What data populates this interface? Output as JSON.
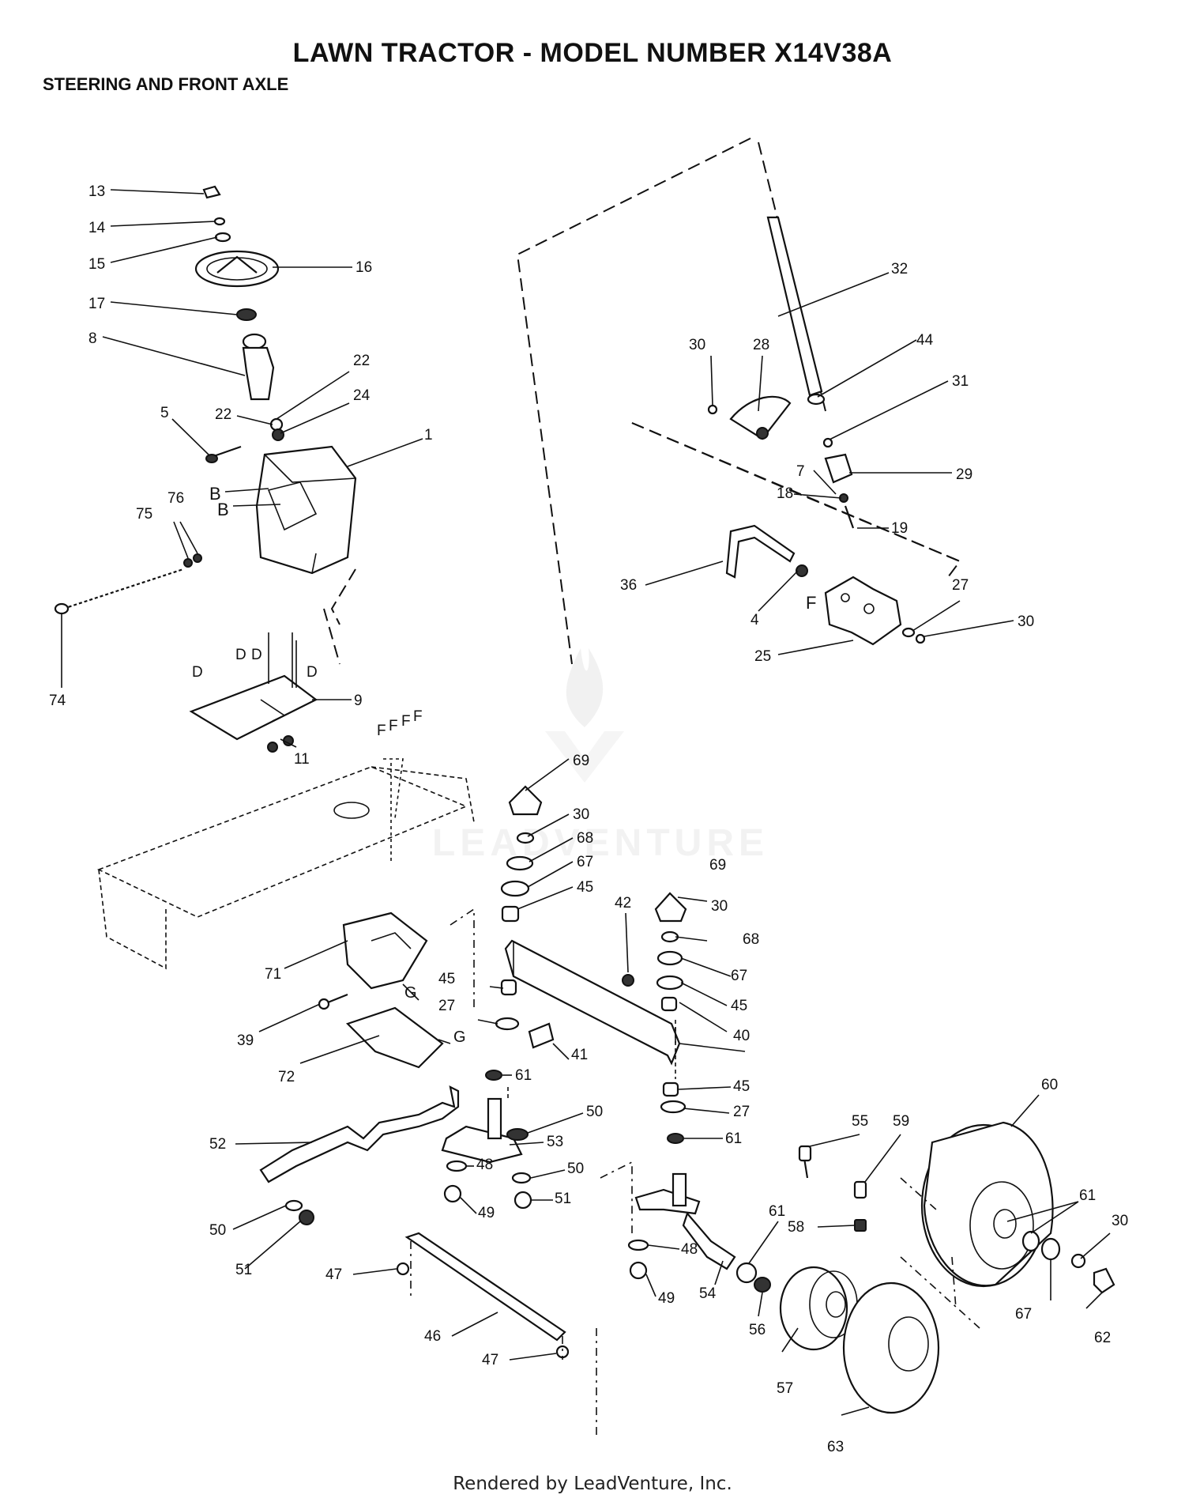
{
  "header": {
    "title": "LAWN TRACTOR - MODEL NUMBER X14V38A",
    "subtitle": "STEERING AND FRONT AXLE"
  },
  "footer": {
    "text": "Rendered by LeadVenture, Inc."
  },
  "watermark": {
    "text": "LEADVENTURE",
    "color": "#e6e6e6"
  },
  "callouts": [
    {
      "id": "c13",
      "label": "13"
    },
    {
      "id": "c14",
      "label": "14"
    },
    {
      "id": "c15",
      "label": "15"
    },
    {
      "id": "c16",
      "label": "16"
    },
    {
      "id": "c17",
      "label": "17"
    },
    {
      "id": "c8",
      "label": "8"
    },
    {
      "id": "c22a",
      "label": "22"
    },
    {
      "id": "c22b",
      "label": "22"
    },
    {
      "id": "c24",
      "label": "24"
    },
    {
      "id": "c5",
      "label": "5"
    },
    {
      "id": "c1",
      "label": "1"
    },
    {
      "id": "cB1",
      "label": "B"
    },
    {
      "id": "cB2",
      "label": "B"
    },
    {
      "id": "c76",
      "label": "76"
    },
    {
      "id": "c75",
      "label": "75"
    },
    {
      "id": "c74",
      "label": "74"
    },
    {
      "id": "cD1",
      "label": "D"
    },
    {
      "id": "cD2",
      "label": "D"
    },
    {
      "id": "cD3",
      "label": "D"
    },
    {
      "id": "cD4",
      "label": "D"
    },
    {
      "id": "c9",
      "label": "9"
    },
    {
      "id": "c11",
      "label": "11"
    },
    {
      "id": "cF1",
      "label": "F"
    },
    {
      "id": "cF2",
      "label": "F"
    },
    {
      "id": "cF3",
      "label": "F"
    },
    {
      "id": "cF4",
      "label": "F"
    },
    {
      "id": "c32",
      "label": "32"
    },
    {
      "id": "c30a",
      "label": "30"
    },
    {
      "id": "c28",
      "label": "28"
    },
    {
      "id": "c44",
      "label": "44"
    },
    {
      "id": "c31",
      "label": "31"
    },
    {
      "id": "c29",
      "label": "29"
    },
    {
      "id": "c7",
      "label": "7"
    },
    {
      "id": "c18",
      "label": "18"
    },
    {
      "id": "c19",
      "label": "19"
    },
    {
      "id": "c36",
      "label": "36"
    },
    {
      "id": "c4",
      "label": "4"
    },
    {
      "id": "cF5",
      "label": "F"
    },
    {
      "id": "c27a",
      "label": "27"
    },
    {
      "id": "c30b",
      "label": "30"
    },
    {
      "id": "c25",
      "label": "25"
    },
    {
      "id": "c69a",
      "label": "69"
    },
    {
      "id": "c30c",
      "label": "30"
    },
    {
      "id": "c68a",
      "label": "68"
    },
    {
      "id": "c67a",
      "label": "67"
    },
    {
      "id": "c45a",
      "label": "45"
    },
    {
      "id": "c42",
      "label": "42"
    },
    {
      "id": "c69b",
      "label": "69"
    },
    {
      "id": "c30d",
      "label": "30"
    },
    {
      "id": "c68b",
      "label": "68"
    },
    {
      "id": "c67b",
      "label": "67"
    },
    {
      "id": "c45b",
      "label": "45"
    },
    {
      "id": "c45c",
      "label": "45"
    },
    {
      "id": "c27b",
      "label": "27"
    },
    {
      "id": "c40",
      "label": "40"
    },
    {
      "id": "c41",
      "label": "41"
    },
    {
      "id": "c45d",
      "label": "45"
    },
    {
      "id": "c27c",
      "label": "27"
    },
    {
      "id": "c61a",
      "label": "61"
    },
    {
      "id": "c61b",
      "label": "61"
    },
    {
      "id": "c71",
      "label": "71"
    },
    {
      "id": "cG1",
      "label": "G"
    },
    {
      "id": "c39",
      "label": "39"
    },
    {
      "id": "cG2",
      "label": "G"
    },
    {
      "id": "c72",
      "label": "72"
    },
    {
      "id": "c52",
      "label": "52"
    },
    {
      "id": "c50a",
      "label": "50"
    },
    {
      "id": "c53",
      "label": "53"
    },
    {
      "id": "c48a",
      "label": "48"
    },
    {
      "id": "c50b",
      "label": "50"
    },
    {
      "id": "c51a",
      "label": "51"
    },
    {
      "id": "c49a",
      "label": "49"
    },
    {
      "id": "c50c",
      "label": "50"
    },
    {
      "id": "c51b",
      "label": "51"
    },
    {
      "id": "c47a",
      "label": "47"
    },
    {
      "id": "c46",
      "label": "46"
    },
    {
      "id": "c47b",
      "label": "47"
    },
    {
      "id": "c48b",
      "label": "48"
    },
    {
      "id": "c49b",
      "label": "49"
    },
    {
      "id": "c54",
      "label": "54"
    },
    {
      "id": "c55",
      "label": "55"
    },
    {
      "id": "c59",
      "label": "59"
    },
    {
      "id": "c60",
      "label": "60"
    },
    {
      "id": "c61c",
      "label": "61"
    },
    {
      "id": "c61d",
      "label": "61"
    },
    {
      "id": "c58",
      "label": "58"
    },
    {
      "id": "c30e",
      "label": "30"
    },
    {
      "id": "c56",
      "label": "56"
    },
    {
      "id": "c57",
      "label": "57"
    },
    {
      "id": "c67c",
      "label": "67"
    },
    {
      "id": "c62",
      "label": "62"
    },
    {
      "id": "c63",
      "label": "63"
    }
  ]
}
